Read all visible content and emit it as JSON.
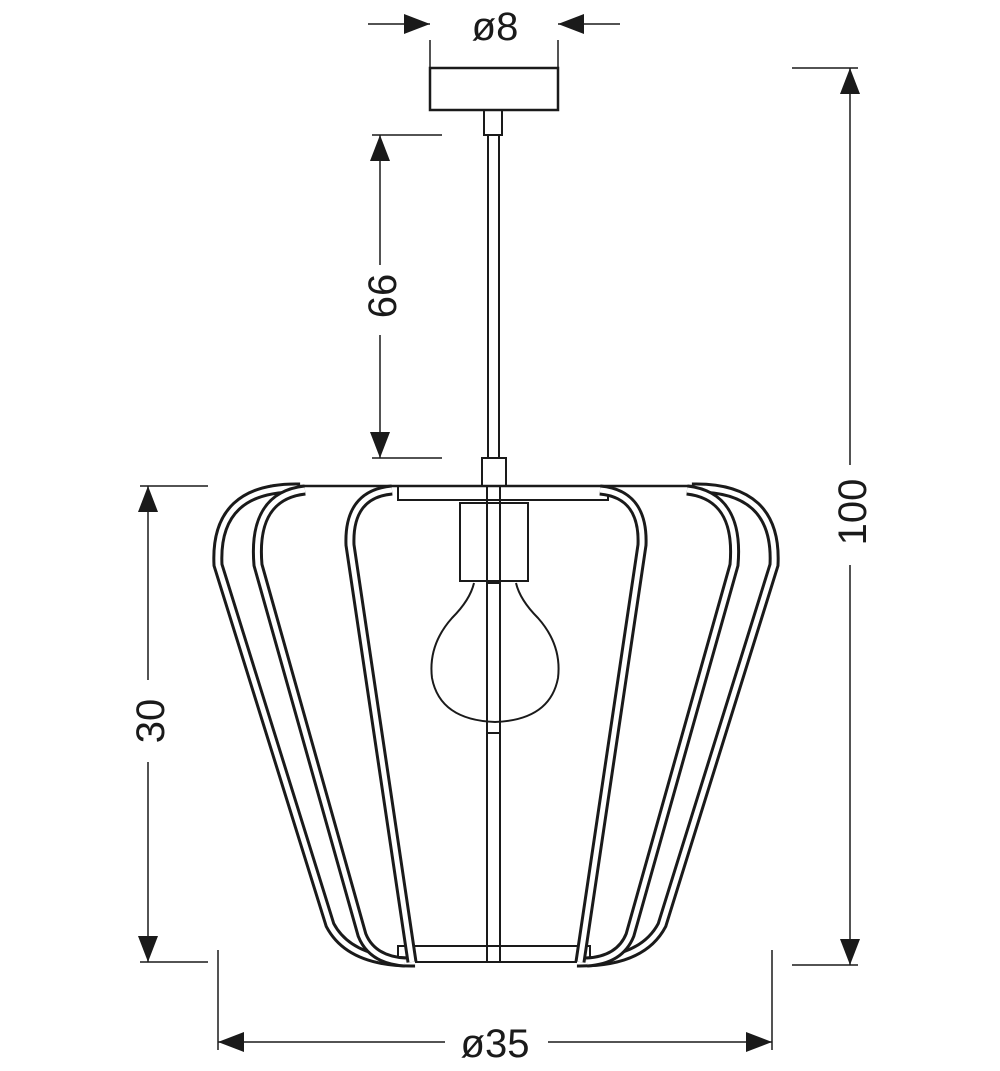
{
  "title": "Pendant lamp dimension drawing",
  "dimensions": {
    "canopy_diameter": "ø8",
    "cable_length": "66",
    "total_height": "100",
    "shade_height": "30",
    "shade_diameter": "ø35"
  },
  "colors": {
    "line": "#1a1a1a",
    "background": "#ffffff"
  }
}
